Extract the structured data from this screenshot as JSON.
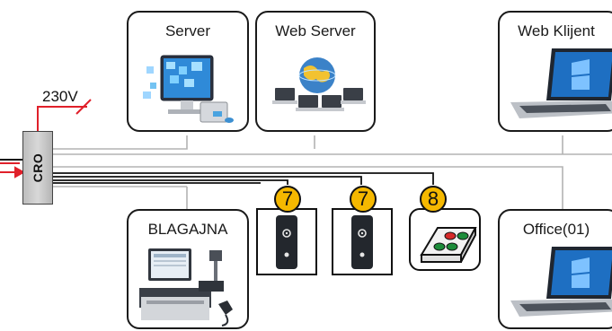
{
  "power": {
    "voltage": "230V"
  },
  "cro": {
    "label": "CRO"
  },
  "nodes": {
    "server": "Server",
    "web_server": "Web Server",
    "web_client": "Web Klijent",
    "cash_register": "BLAGAJNA",
    "office": "Office(01)"
  },
  "devices": [
    {
      "badge": "7",
      "type": "speaker"
    },
    {
      "badge": "7",
      "type": "speaker"
    },
    {
      "badge": "8",
      "type": "button-panel"
    }
  ]
}
